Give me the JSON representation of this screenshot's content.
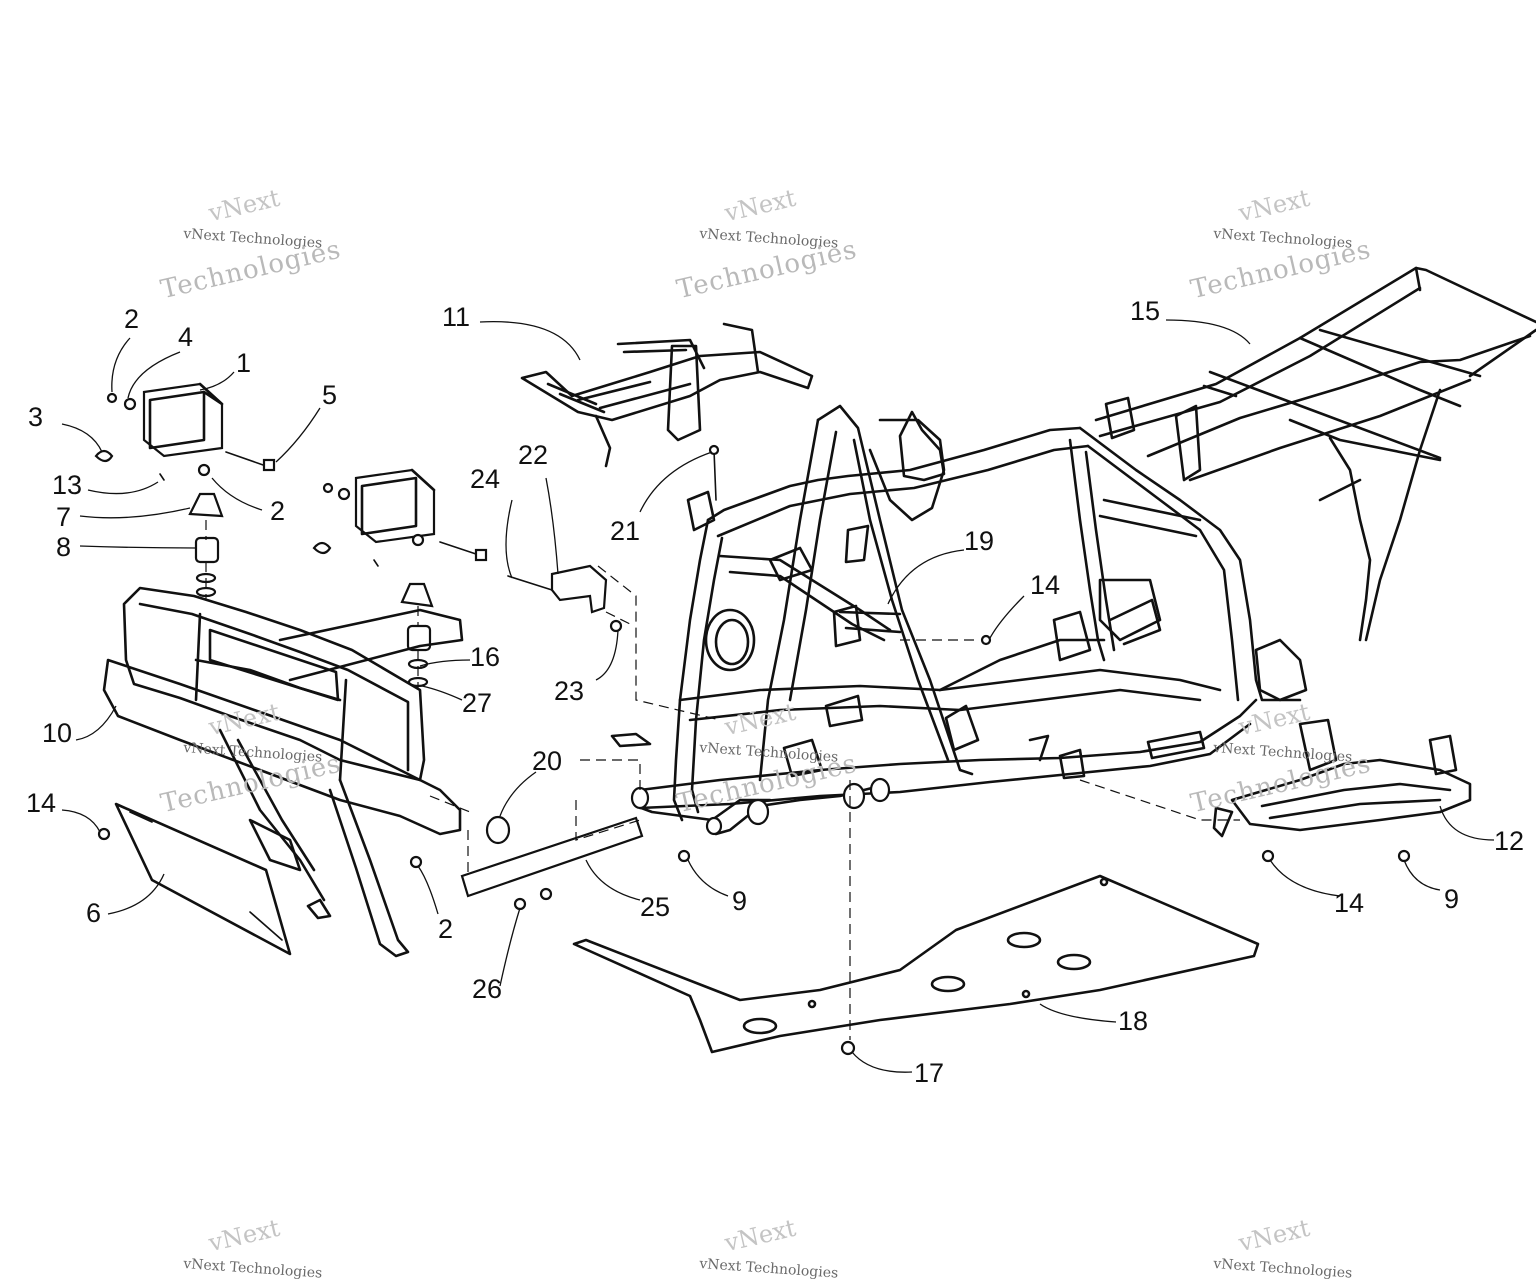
{
  "callouts": [
    {
      "id": "c1",
      "label": "1"
    },
    {
      "id": "c2a",
      "label": "2"
    },
    {
      "id": "c2b",
      "label": "2"
    },
    {
      "id": "c2c",
      "label": "2"
    },
    {
      "id": "c3",
      "label": "3"
    },
    {
      "id": "c4",
      "label": "4"
    },
    {
      "id": "c5",
      "label": "5"
    },
    {
      "id": "c6",
      "label": "6"
    },
    {
      "id": "c7",
      "label": "7"
    },
    {
      "id": "c8",
      "label": "8"
    },
    {
      "id": "c9a",
      "label": "9"
    },
    {
      "id": "c9b",
      "label": "9"
    },
    {
      "id": "c10",
      "label": "10"
    },
    {
      "id": "c11",
      "label": "11"
    },
    {
      "id": "c12",
      "label": "12"
    },
    {
      "id": "c13",
      "label": "13"
    },
    {
      "id": "c14a",
      "label": "14"
    },
    {
      "id": "c14b",
      "label": "14"
    },
    {
      "id": "c14c",
      "label": "14"
    },
    {
      "id": "c15",
      "label": "15"
    },
    {
      "id": "c16",
      "label": "16"
    },
    {
      "id": "c17",
      "label": "17"
    },
    {
      "id": "c18",
      "label": "18"
    },
    {
      "id": "c19",
      "label": "19"
    },
    {
      "id": "c20",
      "label": "20"
    },
    {
      "id": "c21",
      "label": "21"
    },
    {
      "id": "c22",
      "label": "22"
    },
    {
      "id": "c23",
      "label": "23"
    },
    {
      "id": "c24",
      "label": "24"
    },
    {
      "id": "c25",
      "label": "25"
    },
    {
      "id": "c26",
      "label": "26"
    },
    {
      "id": "c27",
      "label": "27"
    }
  ],
  "watermark": {
    "line1": "vNext Technologies",
    "line2": "Technologies",
    "line0": "vNext"
  }
}
